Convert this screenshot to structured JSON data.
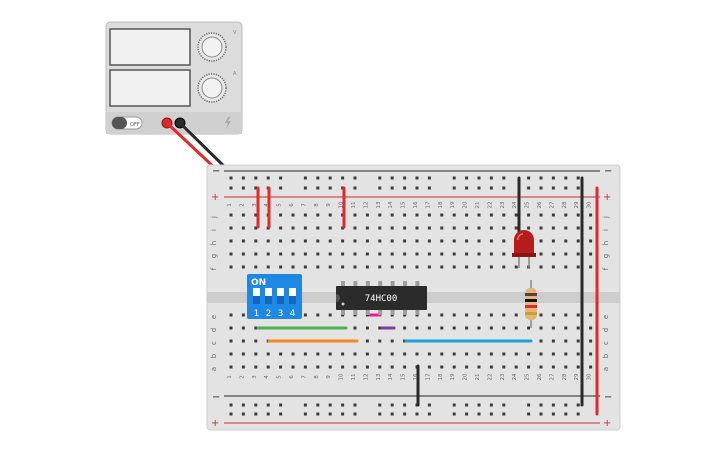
{
  "colors": {
    "supply_body": "#dcdcdc",
    "screen": "#eaeaea",
    "board": "#e3e3e3",
    "channel": "#c9c9c9",
    "hole": "#3b3b3b",
    "rail_red": "#d9272e",
    "rail_dark": "#222222",
    "dip_switch": "#1e88e5",
    "chip": "#2b2b2b",
    "led": "#b71c1c",
    "wire_red": "#e22a2a",
    "wire_black": "#2a2a2a",
    "wire_green": "#4caf50",
    "wire_orange": "#f08a24",
    "wire_pink": "#e91e8c",
    "wire_purple": "#7b3fa0",
    "wire_blue": "#1aa3d9"
  },
  "power_supply": {
    "off_label": "OFF",
    "knob_top_label": "V",
    "knob_bottom_label": "A"
  },
  "breadboard": {
    "plus_label": "+",
    "minus_label": "−",
    "row_letters_top": [
      "j",
      "i",
      "h",
      "g",
      "f"
    ],
    "row_letters_bottom": [
      "e",
      "d",
      "c",
      "b",
      "a"
    ],
    "column_count": 30
  },
  "dip_switch": {
    "on_label": "ON",
    "switch_labels": [
      "1",
      "2",
      "3",
      "4"
    ]
  },
  "ic": {
    "label": "74HC00"
  }
}
